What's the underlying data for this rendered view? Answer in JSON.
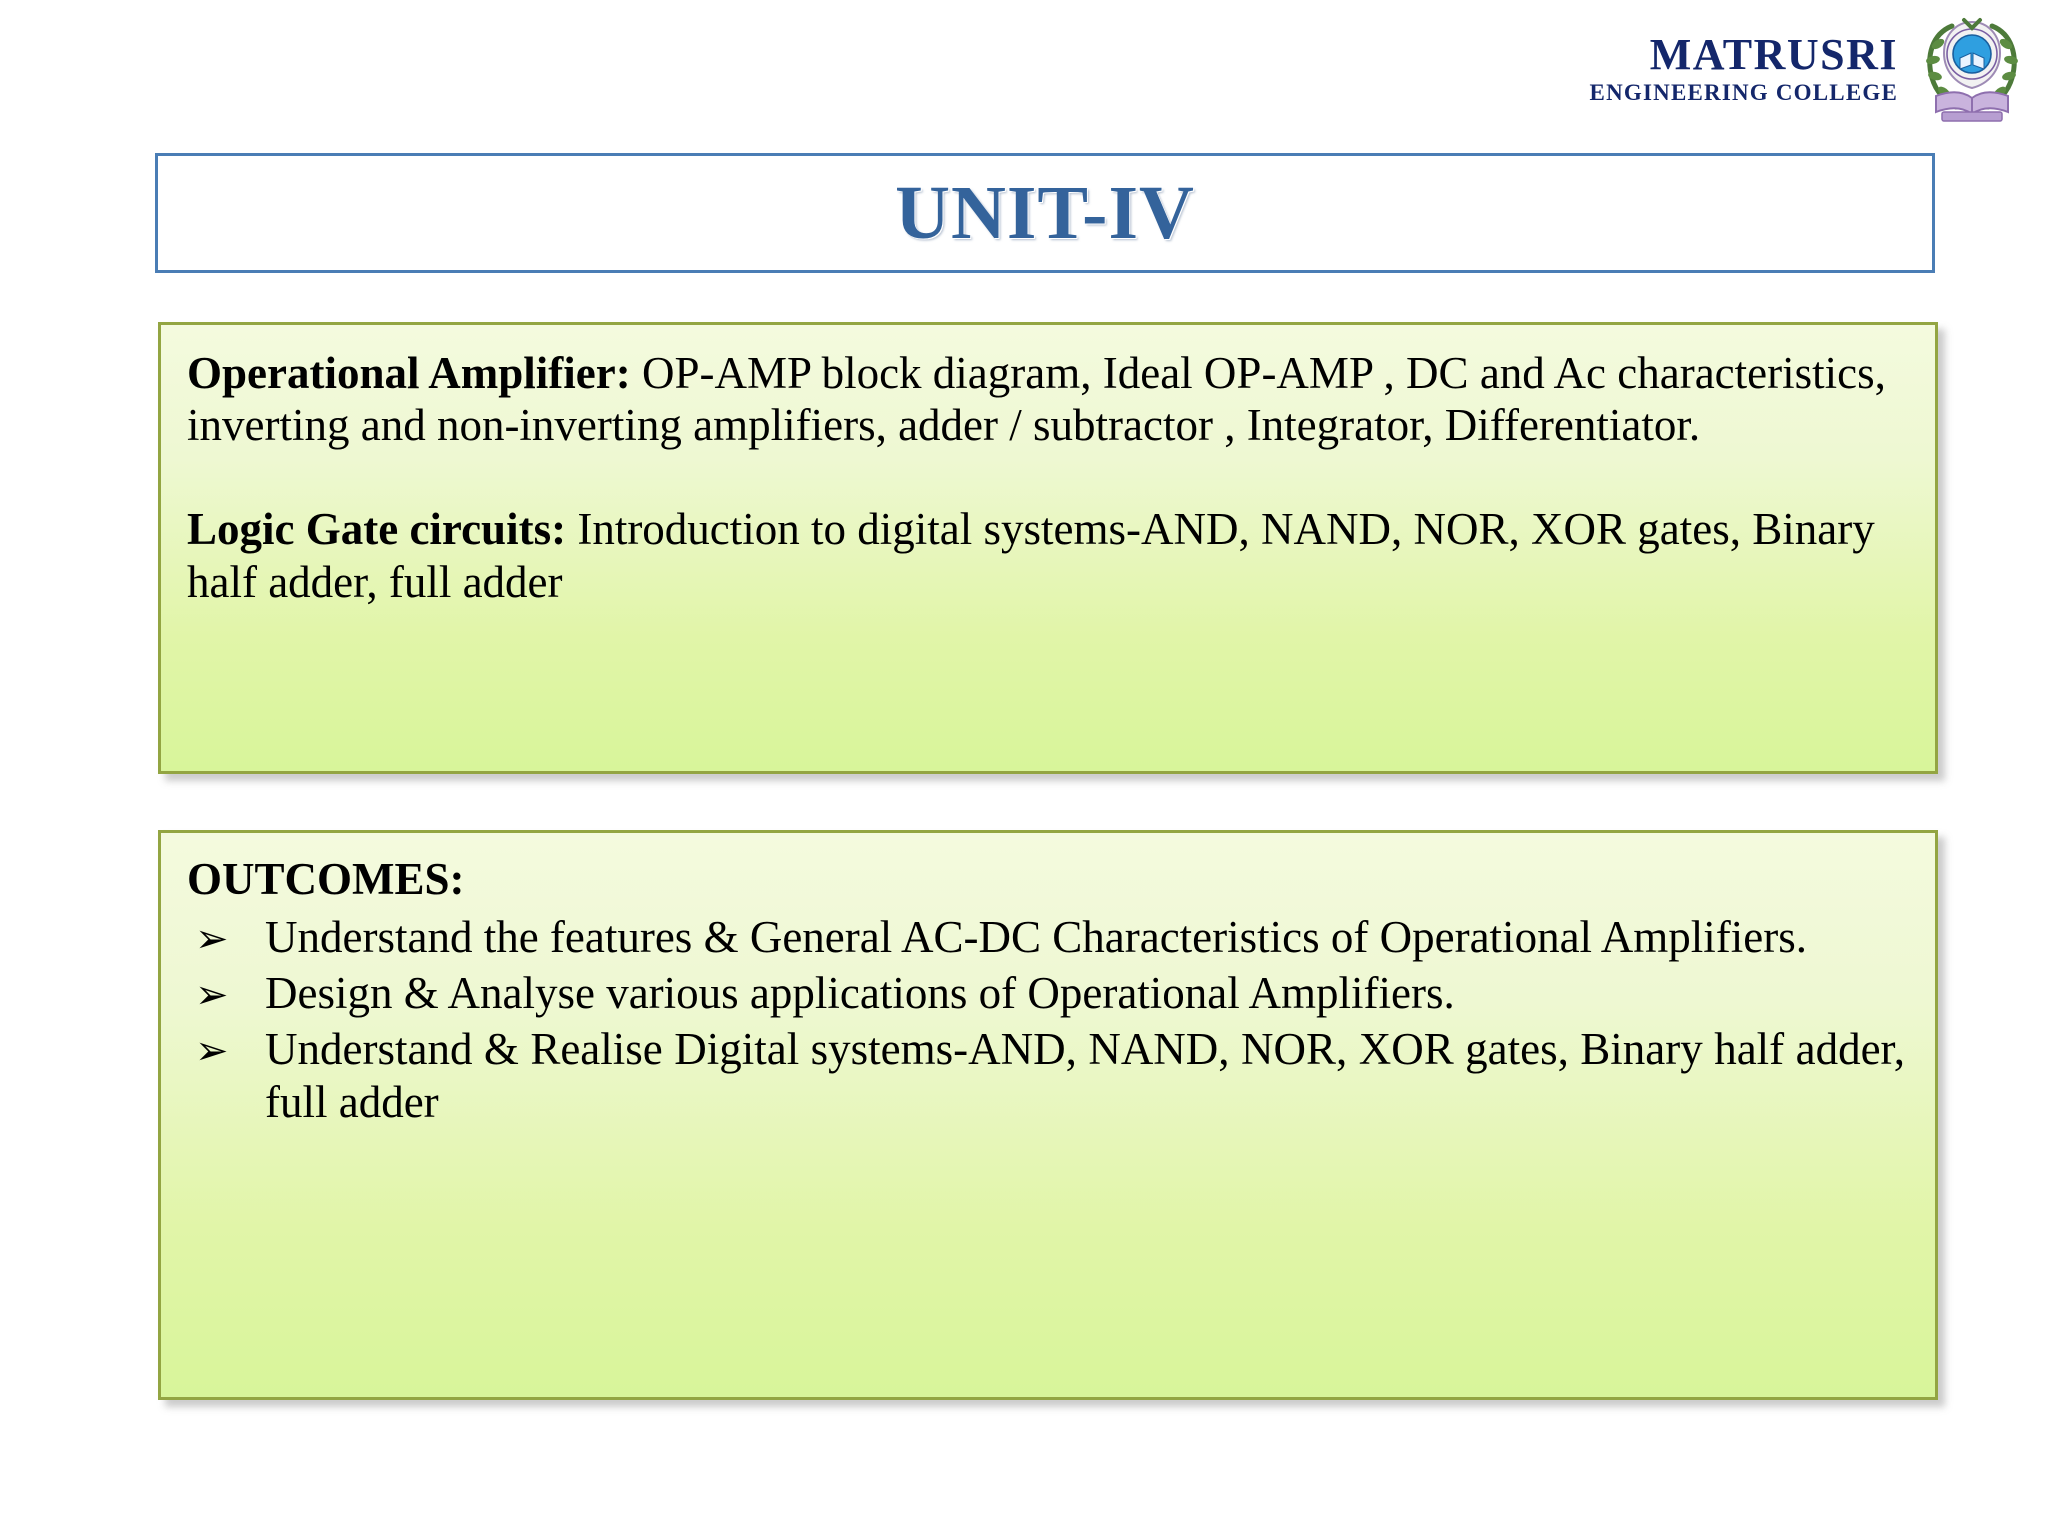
{
  "header": {
    "logo_name": "MATRUSRI",
    "logo_sub": "ENGINEERING COLLEGE",
    "emblem_icon": "college-crest-emblem"
  },
  "title": {
    "text": "UNIT-IV",
    "color": "#34639b",
    "border_color": "#4a7db5"
  },
  "syllabus": {
    "section1_label": "Operational Amplifier:",
    "section1_body": " OP-AMP block diagram, Ideal OP-AMP , DC and Ac characteristics, inverting and non-inverting amplifiers, adder / subtractor , Integrator, Differentiator.",
    "section2_label": "Logic Gate circuits:",
    "section2_body": "  Introduction to digital systems-AND, NAND, NOR, XOR gates, Binary half adder, full adder"
  },
  "outcomes": {
    "heading": "OUTCOMES:",
    "bullet_glyph": "➢",
    "items": [
      "Understand  the  features  &   General  AC-DC  Characteristics  of Operational Amplifiers.",
      "Design & Analyse various applications of Operational Amplifiers.",
      "Understand   &  Realise  Digital  systems-AND,  NAND,  NOR,  XOR gates, Binary half adder, full adder"
    ]
  },
  "colors": {
    "box_border": "#93a542",
    "box_gradient_top": "#f4fade",
    "box_gradient_bottom": "#d8f59a",
    "logo_navy": "#14276b",
    "title_blue": "#34639b"
  }
}
